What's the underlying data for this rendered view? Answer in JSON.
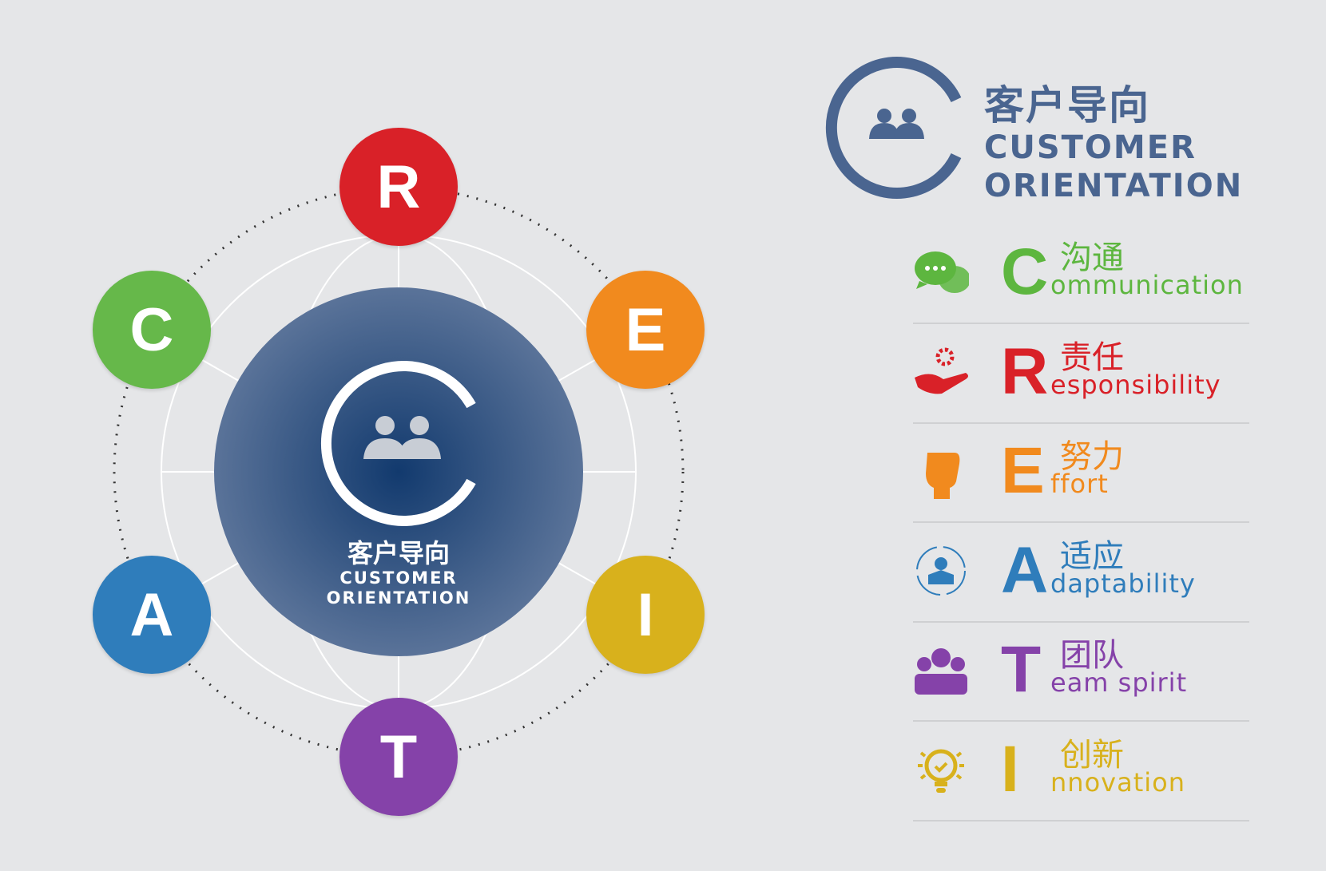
{
  "center": {
    "title_zh": "客户导向",
    "title_en_1": "CUSTOMER",
    "title_en_2": "ORIENTATION"
  },
  "nodes": [
    {
      "letter": "R",
      "color": "#d92128"
    },
    {
      "letter": "E",
      "color": "#f18a1e"
    },
    {
      "letter": "I",
      "color": "#d8b11c"
    },
    {
      "letter": "T",
      "color": "#8542a9"
    },
    {
      "letter": "A",
      "color": "#2f7dbb"
    },
    {
      "letter": "C",
      "color": "#66b84a"
    }
  ],
  "header": {
    "title_zh": "客户导向",
    "title_en_1": "CUSTOMER",
    "title_en_2": "ORIENTATION",
    "color": "#4a6590"
  },
  "values": [
    {
      "letter": "C",
      "zh": "沟通",
      "en": "ommunication",
      "icon": "chat-bubbles-icon",
      "color": "#5db63f"
    },
    {
      "letter": "R",
      "zh": "责任",
      "en": "esponsibility",
      "icon": "hand-gear-icon",
      "color": "#d92128"
    },
    {
      "letter": "E",
      "zh": "努力",
      "en": "ffort",
      "icon": "fist-icon",
      "color": "#f18a1e"
    },
    {
      "letter": "A",
      "zh": "适应",
      "en": "daptability",
      "icon": "person-cycle-icon",
      "color": "#2f7dbb"
    },
    {
      "letter": "T",
      "zh": "团队",
      "en": "eam spirit",
      "icon": "team-icon",
      "color": "#8542a9"
    },
    {
      "letter": "I",
      "zh": "创新",
      "en": "nnovation",
      "icon": "lightbulb-icon",
      "color": "#d8b11c"
    }
  ]
}
